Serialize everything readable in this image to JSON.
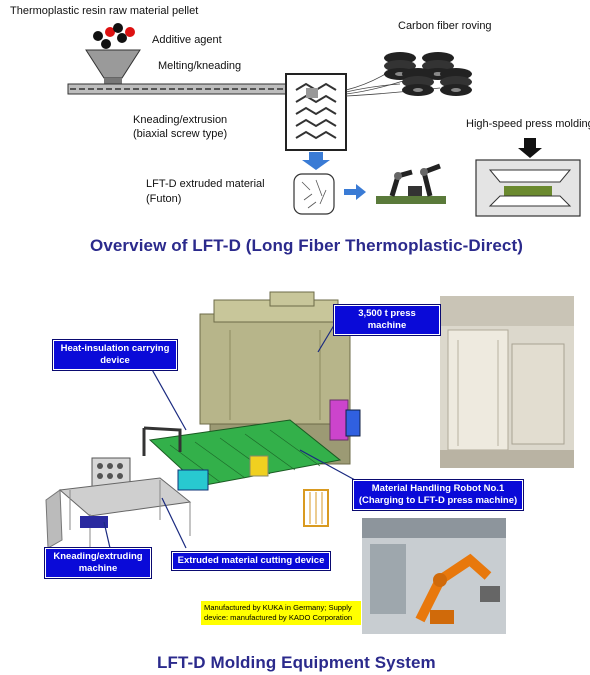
{
  "upper": {
    "pellet_label": "Thermoplastic resin raw material pellet",
    "additive_label": "Additive agent",
    "melting_label": "Melting/kneading",
    "carbon_label": "Carbon fiber roving",
    "kneading_label_1": "Kneading/extrusion",
    "kneading_label_2": "(biaxial screw type)",
    "press_label": "High-speed press molding",
    "lftd_material_1": "LFT-D extruded material",
    "lftd_material_2": "(Futon)",
    "title": "Overview of LFT-D (Long Fiber Thermoplastic-Direct)"
  },
  "lower": {
    "press_machine": "3,500 t press machine",
    "heat_insulation_1": "Heat-insulation carrying",
    "heat_insulation_2": "device",
    "robot_1": "Material Handling Robot No.1",
    "robot_2": "(Charging to LFT-D press machine)",
    "kneading_1": "Kneading/extruding",
    "kneading_2": "machine",
    "cutting": "Extruded material cutting device",
    "note_1": "Manufactured by KUKA in Germany; Supply",
    "note_2": "device: manufactured by KADO Corporation",
    "title": "LFT-D Molding Equipment System"
  },
  "colors": {
    "title": "#2b2a8c",
    "label_box": "#0a0ad8",
    "note": "#ffff00"
  }
}
